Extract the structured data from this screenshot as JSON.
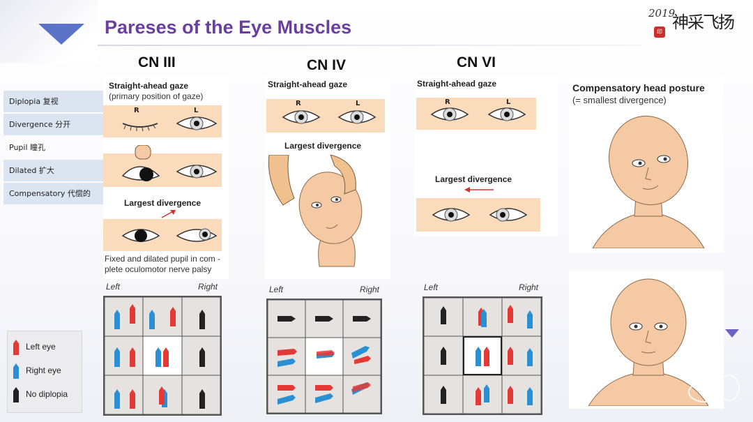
{
  "title": "Pareses of the Eye Muscles",
  "logo": {
    "year": "2019",
    "brush": "神采飞扬",
    "seal": "印"
  },
  "glossary": [
    {
      "en": "Diplopia",
      "zh": "复视"
    },
    {
      "en": "Divergence",
      "zh": "分开"
    },
    {
      "en": "Pupil",
      "zh": "瞳孔"
    },
    {
      "en": "Dilated",
      "zh": "扩大"
    },
    {
      "en": "Compensatory",
      "zh": "代偿的"
    }
  ],
  "legend": [
    {
      "label": "Left eye",
      "color": "#e53935"
    },
    {
      "label": "Right eye",
      "color": "#2b8fd4"
    },
    {
      "label": "No diplopia",
      "color": "#222222"
    }
  ],
  "colors": {
    "left_eye": "#e53935",
    "right_eye": "#2b8fd4",
    "no_diplopia": "#222222",
    "skin": "#f5c9a3",
    "band": "#fadcbd",
    "title": "#6a3fa0"
  },
  "sections": {
    "cn3": {
      "heading": "CN III",
      "gaze": "Straight-ahead gaze",
      "gaze_sub": "(primary position of gaze)",
      "eye_r": "R",
      "eye_l": "L",
      "divergence": "Largest divergence",
      "note_line1": "Fixed and dilated pupil in com -",
      "note_line2": "plete oculomotor nerve palsy",
      "grid_left": "Left",
      "grid_right": "Right"
    },
    "cn4": {
      "heading": "CN IV",
      "gaze": "Straight-ahead gaze",
      "eye_r": "R",
      "eye_l": "L",
      "divergence": "Largest divergence",
      "grid_left": "Left",
      "grid_right": "Right"
    },
    "cn6": {
      "heading": "CN VI",
      "gaze": "Straight-ahead gaze",
      "eye_r": "R",
      "eye_l": "L",
      "divergence": "Largest divergence",
      "grid_left": "Left",
      "grid_right": "Right"
    },
    "posture": {
      "title": "Compensatory head posture",
      "sub": "(= smallest divergence)"
    }
  }
}
